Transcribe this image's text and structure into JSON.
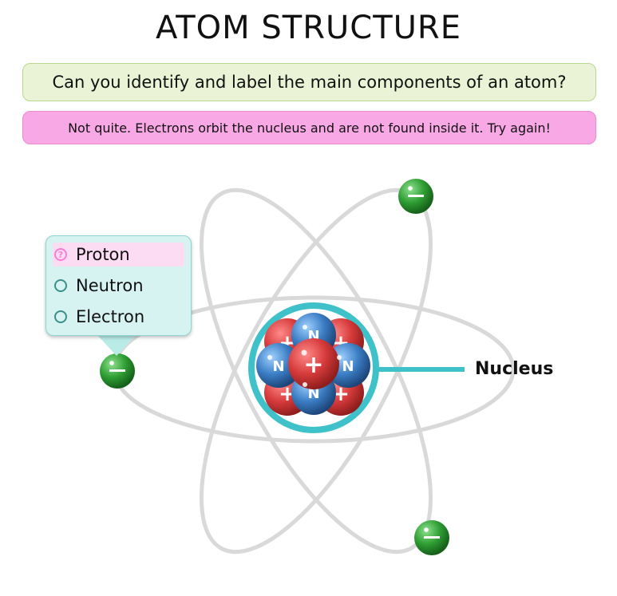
{
  "title": "ATOM STRUCTURE",
  "question": "Can you identify and label the main components of an atom?",
  "feedback": "Not quite. Electrons orbit the nucleus and are not found inside it. Try again!",
  "label_menu": {
    "options": [
      {
        "label": "Proton",
        "state": "selected-incorrect",
        "marker": "?"
      },
      {
        "label": "Neutron",
        "state": "unselected"
      },
      {
        "label": "Electron",
        "state": "unselected"
      }
    ]
  },
  "nucleus_label": "Nucleus",
  "particles": {
    "neutron_symbol": "N",
    "proton_symbol": "+",
    "electron_symbol": "−"
  },
  "colors": {
    "orbit": "#d9d9d9",
    "nucleus_ring": "#3fc1c9",
    "proton": "#d63a3a",
    "neutron": "#3b7dc4",
    "electron": "#2e9e33",
    "question_bg": "#eaf3d6",
    "feedback_bg": "#f9a8e6",
    "menu_bg": "#d6f3f1"
  }
}
